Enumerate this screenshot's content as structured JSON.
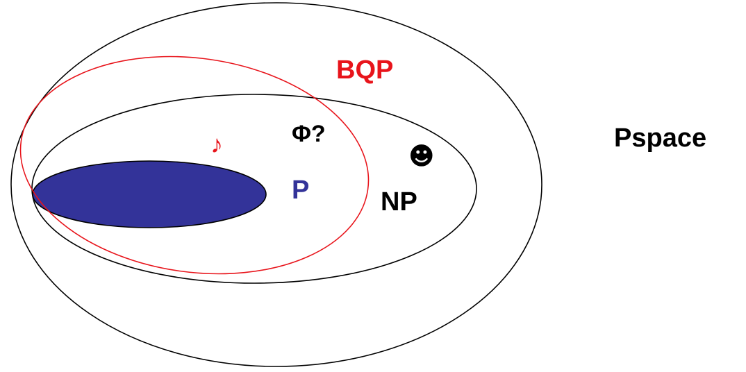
{
  "colors": {
    "outline": "#000000",
    "bqp": "#e8141b",
    "p_fill": "#333399",
    "p_label": "#333399",
    "text": "#000000",
    "background": "#ffffff"
  },
  "regions": {
    "pspace": {
      "label": "Pspace"
    },
    "np": {
      "label": "NP"
    },
    "bqp": {
      "label": "BQP"
    },
    "p": {
      "label": "P"
    }
  },
  "annotations": {
    "phi": "Φ?",
    "music": "♪",
    "smiley": "☻"
  },
  "icons": {
    "music": "eighth-note-icon",
    "smiley": "smiley-face-icon"
  }
}
